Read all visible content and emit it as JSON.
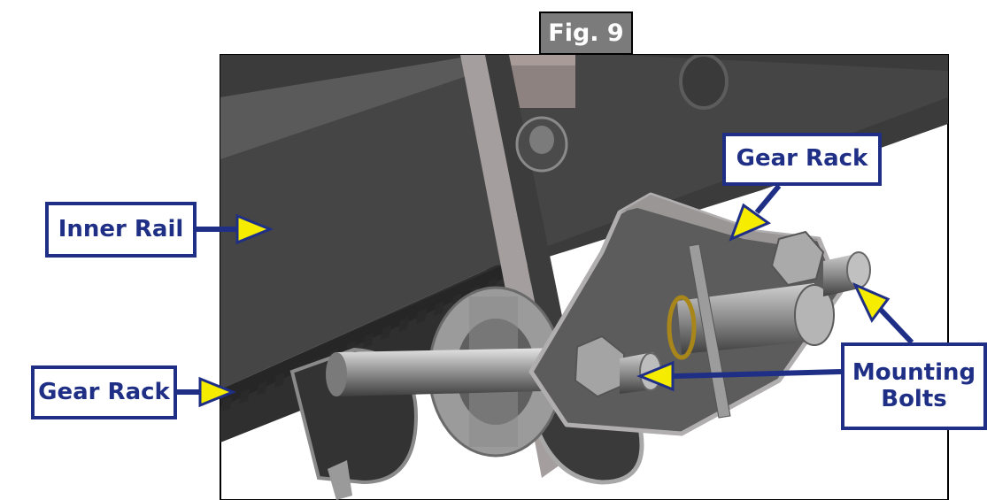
{
  "figure": {
    "tab_label": "Fig. 9"
  },
  "callouts": {
    "inner_rail": "Inner Rail",
    "gear_rack_top": "Gear Rack",
    "gear_rack_left": "Gear Rack",
    "mounting_bolts_line1": "Mounting",
    "mounting_bolts_line2": "Bolts"
  },
  "colors": {
    "callout_border": "#1f2f86",
    "arrow_fill": "#f5ec00",
    "tab_fill": "#7b7b7b"
  }
}
